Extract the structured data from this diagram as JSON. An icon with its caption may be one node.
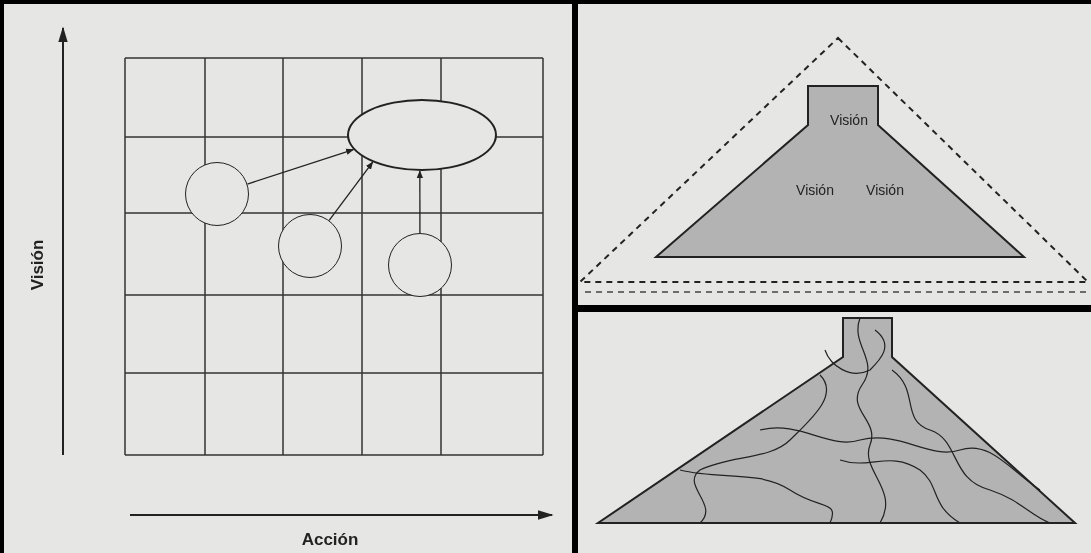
{
  "diagram": {
    "nodes": [
      {
        "text": [],
        "shape": "ellipse"
      },
      {
        "text": [],
        "shape": "circle"
      },
      {
        "text": [],
        "shape": "circle"
      },
      {
        "text": [],
        "shape": "circle"
      },
      {
        "text": [
          "Visión",
          "Visión",
          "Visión"
        ]
      }
    ],
    "edges": [
      {
        "from": 1,
        "to": 0,
        "arrow": "to"
      },
      {
        "from": 2,
        "to": 0,
        "arrow": "to"
      },
      {
        "from": 3,
        "to": 0,
        "arrow": "to"
      }
    ],
    "labels": [
      "Visión",
      "Acción"
    ]
  }
}
